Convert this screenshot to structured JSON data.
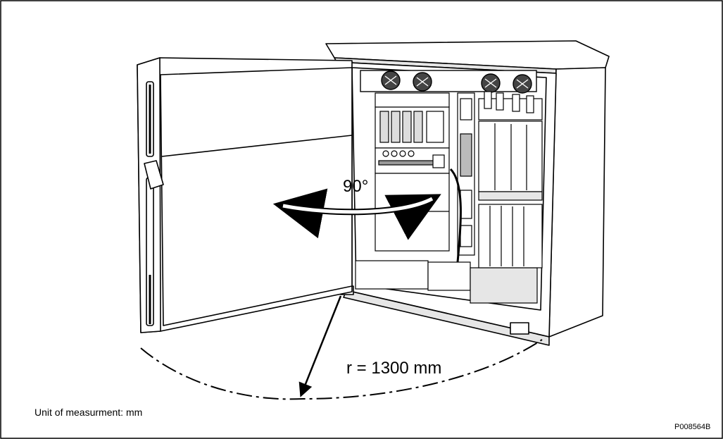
{
  "labels": {
    "door_angle": "90°",
    "radius": "r = 1300 mm",
    "unit_note": "Unit of measurment: mm",
    "figure_id": "P008564B"
  },
  "colors": {
    "line": "#000000",
    "frame": "#000000",
    "panel_fill": "#ffffff",
    "shade": "#d9d9d9",
    "dark": "#333333",
    "background": "#ffffff"
  }
}
